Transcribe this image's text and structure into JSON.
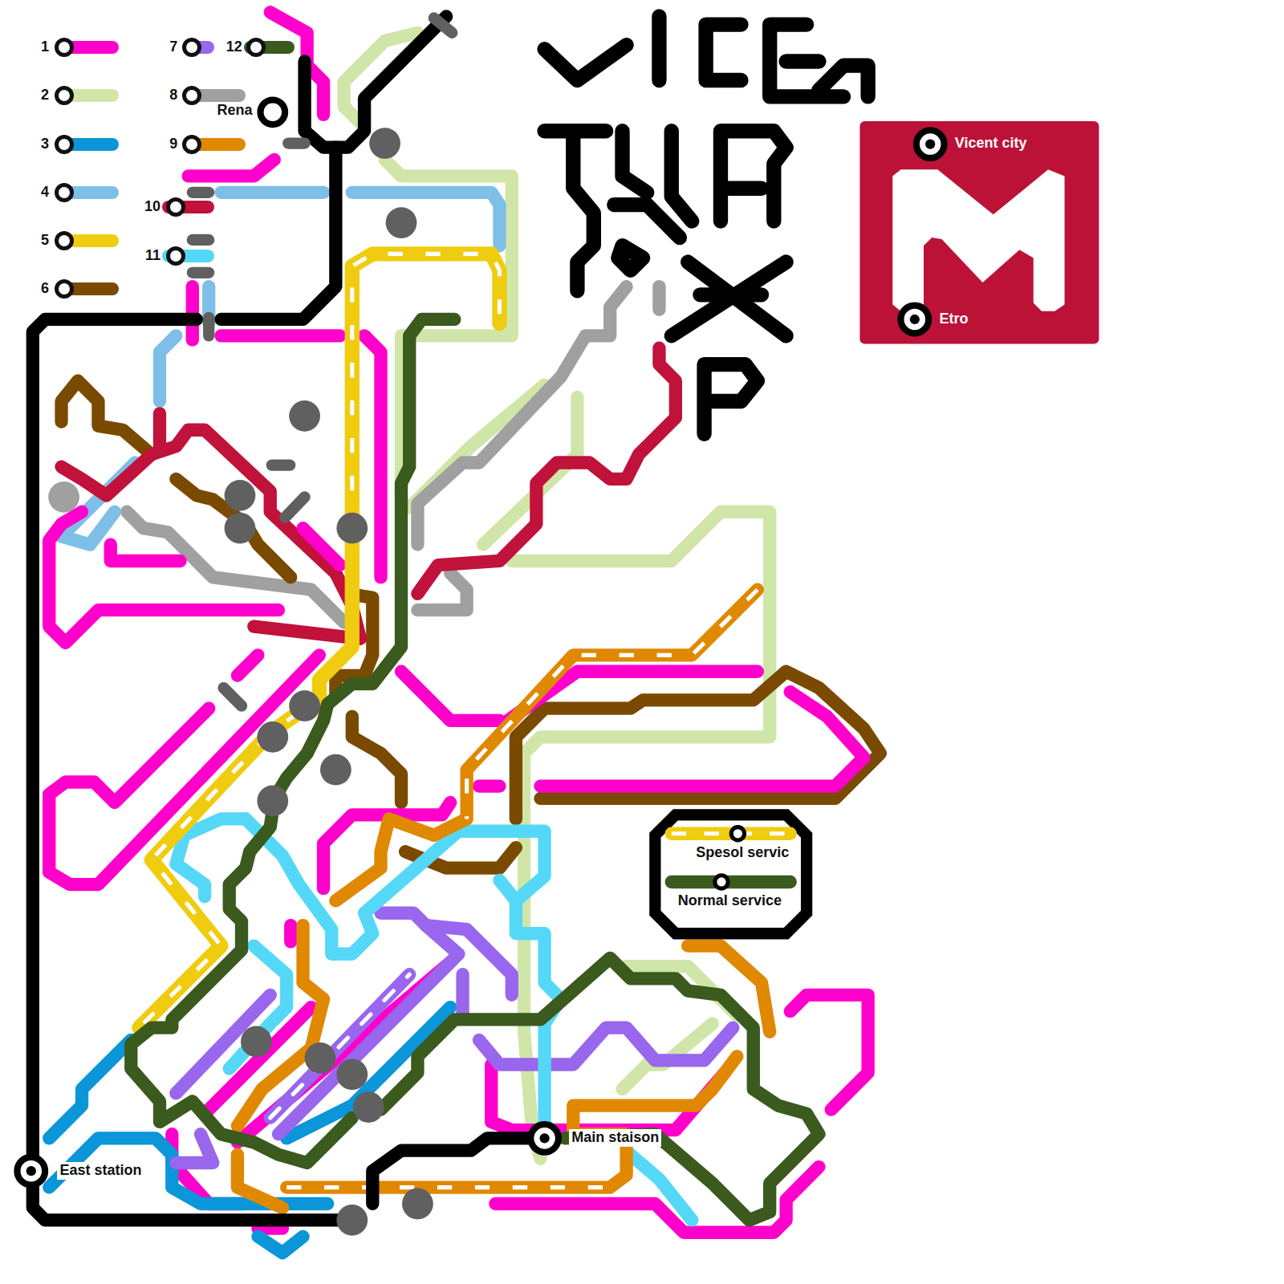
{
  "diagram": {
    "labels": [
      "Rena",
      "Vicent city",
      "Etro",
      "Main staison",
      "East station"
    ],
    "legend": [
      {
        "text": "1",
        "color": "#ff00cc"
      },
      {
        "text": "2",
        "color": "#d0e6a8"
      },
      {
        "text": "3",
        "color": "#0a96d8"
      },
      {
        "text": "4",
        "color": "#7ebfe8"
      },
      {
        "text": "5",
        "color": "#f0cc10"
      },
      {
        "text": "6",
        "color": "#7a4a00"
      },
      {
        "text": "7",
        "color": "#9966ee"
      },
      {
        "text": "8",
        "color": "#a0a0a0"
      },
      {
        "text": "9",
        "color": "#e08800"
      },
      {
        "text": "10",
        "color": "#c0123a"
      },
      {
        "text": "11",
        "color": "#55d8f8"
      },
      {
        "text": "12",
        "color": "#3a5a1e"
      },
      {
        "text": "Spesol servic"
      },
      {
        "text": "Normal service"
      }
    ]
  }
}
